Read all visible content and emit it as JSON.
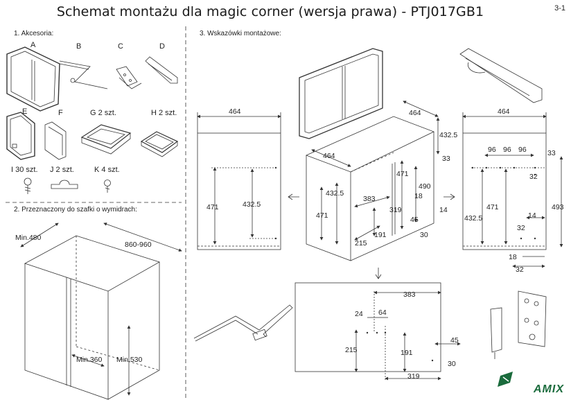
{
  "title": "Schemat montażu dla magic corner (wersja prawa) - PTJ017GB1",
  "page_num": "3-1",
  "sections": {
    "accessories": "1. Akcesoria:",
    "cabinet": "2. Przeznaczony do szafki o wymidrach:",
    "hints": "3. Wskazówki montażowe:"
  },
  "accessory_labels": {
    "a": "A",
    "b": "B",
    "c": "C",
    "d": "D",
    "e": "E",
    "f": "F",
    "g": "G 2 szt.",
    "h": "H 2 szt.",
    "i": "I 30 szt.",
    "j": "J 2 szt.",
    "k": "K 4 szt."
  },
  "cabinet_dims": {
    "depth": "Min.480",
    "width": "860-960",
    "height": "Min.530",
    "door": "Min.360"
  },
  "left_panel": {
    "w": "464",
    "h1": "471",
    "h2": "432.5"
  },
  "center_cabinet": {
    "top": "464",
    "depth_top": "464",
    "side": "432.5",
    "d33": "33",
    "d471": "471",
    "d490": "490",
    "left432": "432.5",
    "left471": "471",
    "d383": "383",
    "d18": "18",
    "d14": "14",
    "d319": "319",
    "d45": "45",
    "d215": "215",
    "d191": "191",
    "d30": "30"
  },
  "right_panel": {
    "w": "464",
    "d96a": "96",
    "d96b": "96",
    "d96c": "96",
    "d33": "33",
    "d32a": "32",
    "d493": "493",
    "d471": "471",
    "d432": "432.5",
    "d14": "14",
    "d32b": "32",
    "d18": "18",
    "d32c": "32"
  },
  "bottom_panel": {
    "w383": "383",
    "d24": "24",
    "d64": "64",
    "d215": "215",
    "d191": "191",
    "d45": "45",
    "d30": "30",
    "d319": "319"
  },
  "logo": "AMIX",
  "colors": {
    "line": "#333333",
    "brand": "#1a6b3c"
  }
}
